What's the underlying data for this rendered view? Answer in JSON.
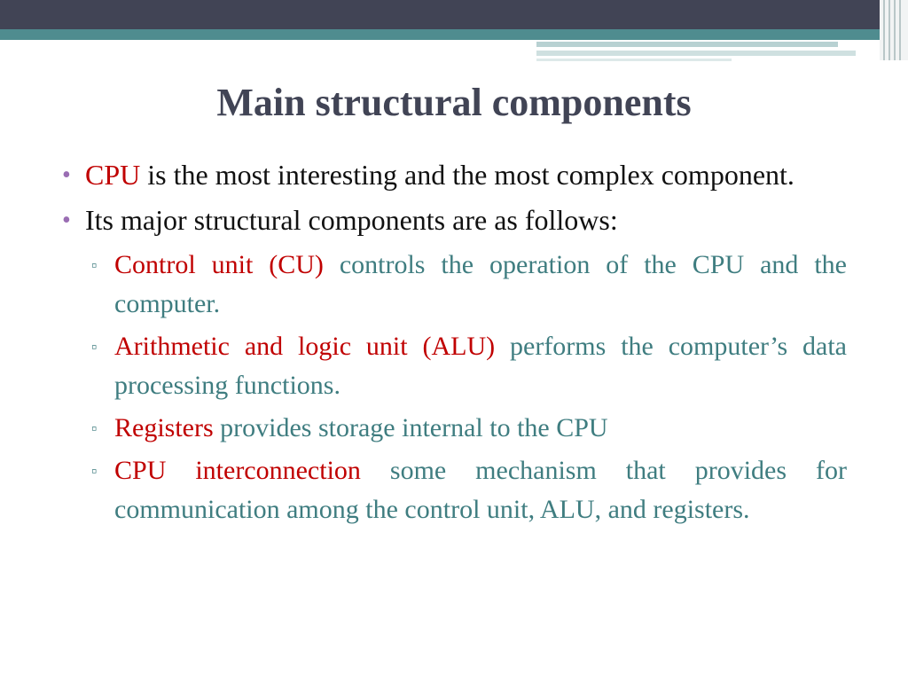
{
  "slide": {
    "title": "Main structural components",
    "bullets": [
      {
        "highlight": "CPU",
        "text": " is the most interesting and the most complex component."
      },
      {
        "highlight": "",
        "text": "Its major structural components are as follows:"
      }
    ],
    "sub_bullets": [
      {
        "highlight": "Control unit (CU)",
        "text": " controls the operation of the CPU and the computer."
      },
      {
        "highlight": "Arithmetic and logic unit (ALU)",
        "text": " performs the computer’s data processing functions."
      },
      {
        "highlight": "Registers",
        "text": " provides storage internal to the CPU"
      },
      {
        "highlight": "CPU interconnection",
        "text": " some mechanism that provides for communication among the control unit, ALU, and registers."
      }
    ],
    "bullet_glyph": "•",
    "sub_bullet_glyph": "▫"
  },
  "colors": {
    "header": "#414455",
    "accent": "#4f8c8f",
    "highlight": "#c00000",
    "body_text": "#111111",
    "sub_text": "#3f7d80",
    "bullet": "#9a6db3"
  }
}
